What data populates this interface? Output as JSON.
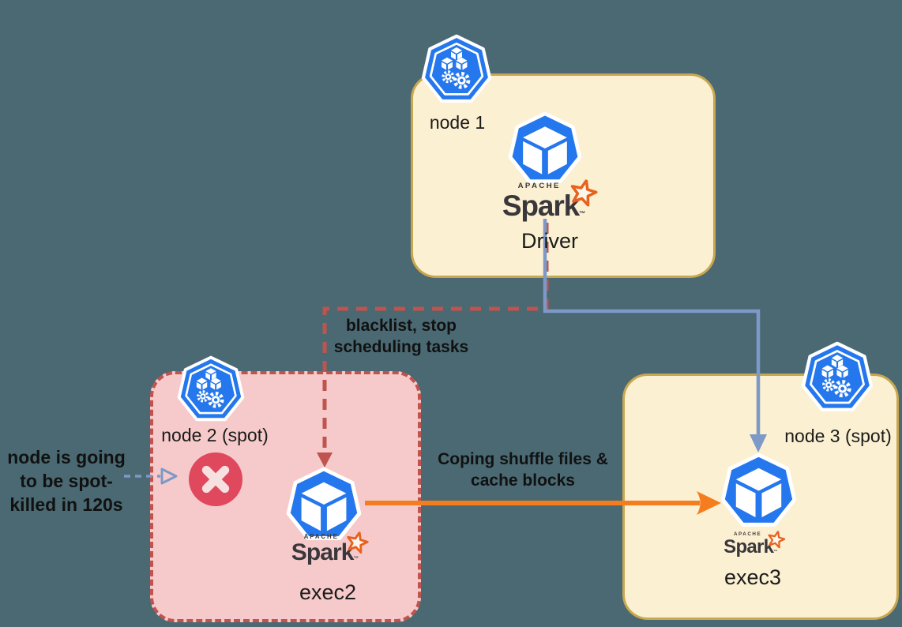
{
  "background": "#4a6972",
  "colors": {
    "node_fill_yellow": "#fbf0d1",
    "node_border_yellow": "#c9a750",
    "node_fill_pink": "#f6caca",
    "node_border_red": "#bf544f",
    "kubernetes_blue": "#2477ec",
    "arrow_blue_gray": "#7d99c7",
    "arrow_orange": "#f57d1f",
    "arrow_red_dashed": "#bf544f",
    "error_circle_red": "#e0485e",
    "spark_text_gray": "#3a373c",
    "spark_star_orange": "#e8611e"
  },
  "spark_logo": {
    "apache": "APACHE",
    "name": "Spark",
    "tm": "™"
  },
  "nodes": {
    "node1": {
      "label": "node 1",
      "pod_label": "Driver",
      "type": "on-demand"
    },
    "node2": {
      "label": "node 2 (spot)",
      "pod_label": "exec2",
      "type": "spot (being killed)"
    },
    "node3": {
      "label": "node 3 (spot)",
      "pod_label": "exec3",
      "type": "spot"
    }
  },
  "annotations": {
    "blacklist": "blacklist, stop\nscheduling tasks",
    "copy_shuffle": "Coping shuffle files &\ncache blocks",
    "spot_kill": "node is going\nto be spot-\nkilled in 120s"
  },
  "edges": [
    {
      "from": "Driver",
      "to": "exec3",
      "style": "solid",
      "color": "#7d99c7"
    },
    {
      "from": "Driver",
      "to": "exec2",
      "style": "dashed",
      "color": "#bf544f",
      "label_ref": "annotations.blacklist"
    },
    {
      "from": "exec2",
      "to": "exec3",
      "style": "solid",
      "color": "#f57d1f",
      "label_ref": "annotations.copy_shuffle"
    },
    {
      "from": "spot-kill-note",
      "to": "node2-error",
      "style": "dashed",
      "color": "#7d99c7",
      "label_ref": "annotations.spot_kill"
    }
  ]
}
